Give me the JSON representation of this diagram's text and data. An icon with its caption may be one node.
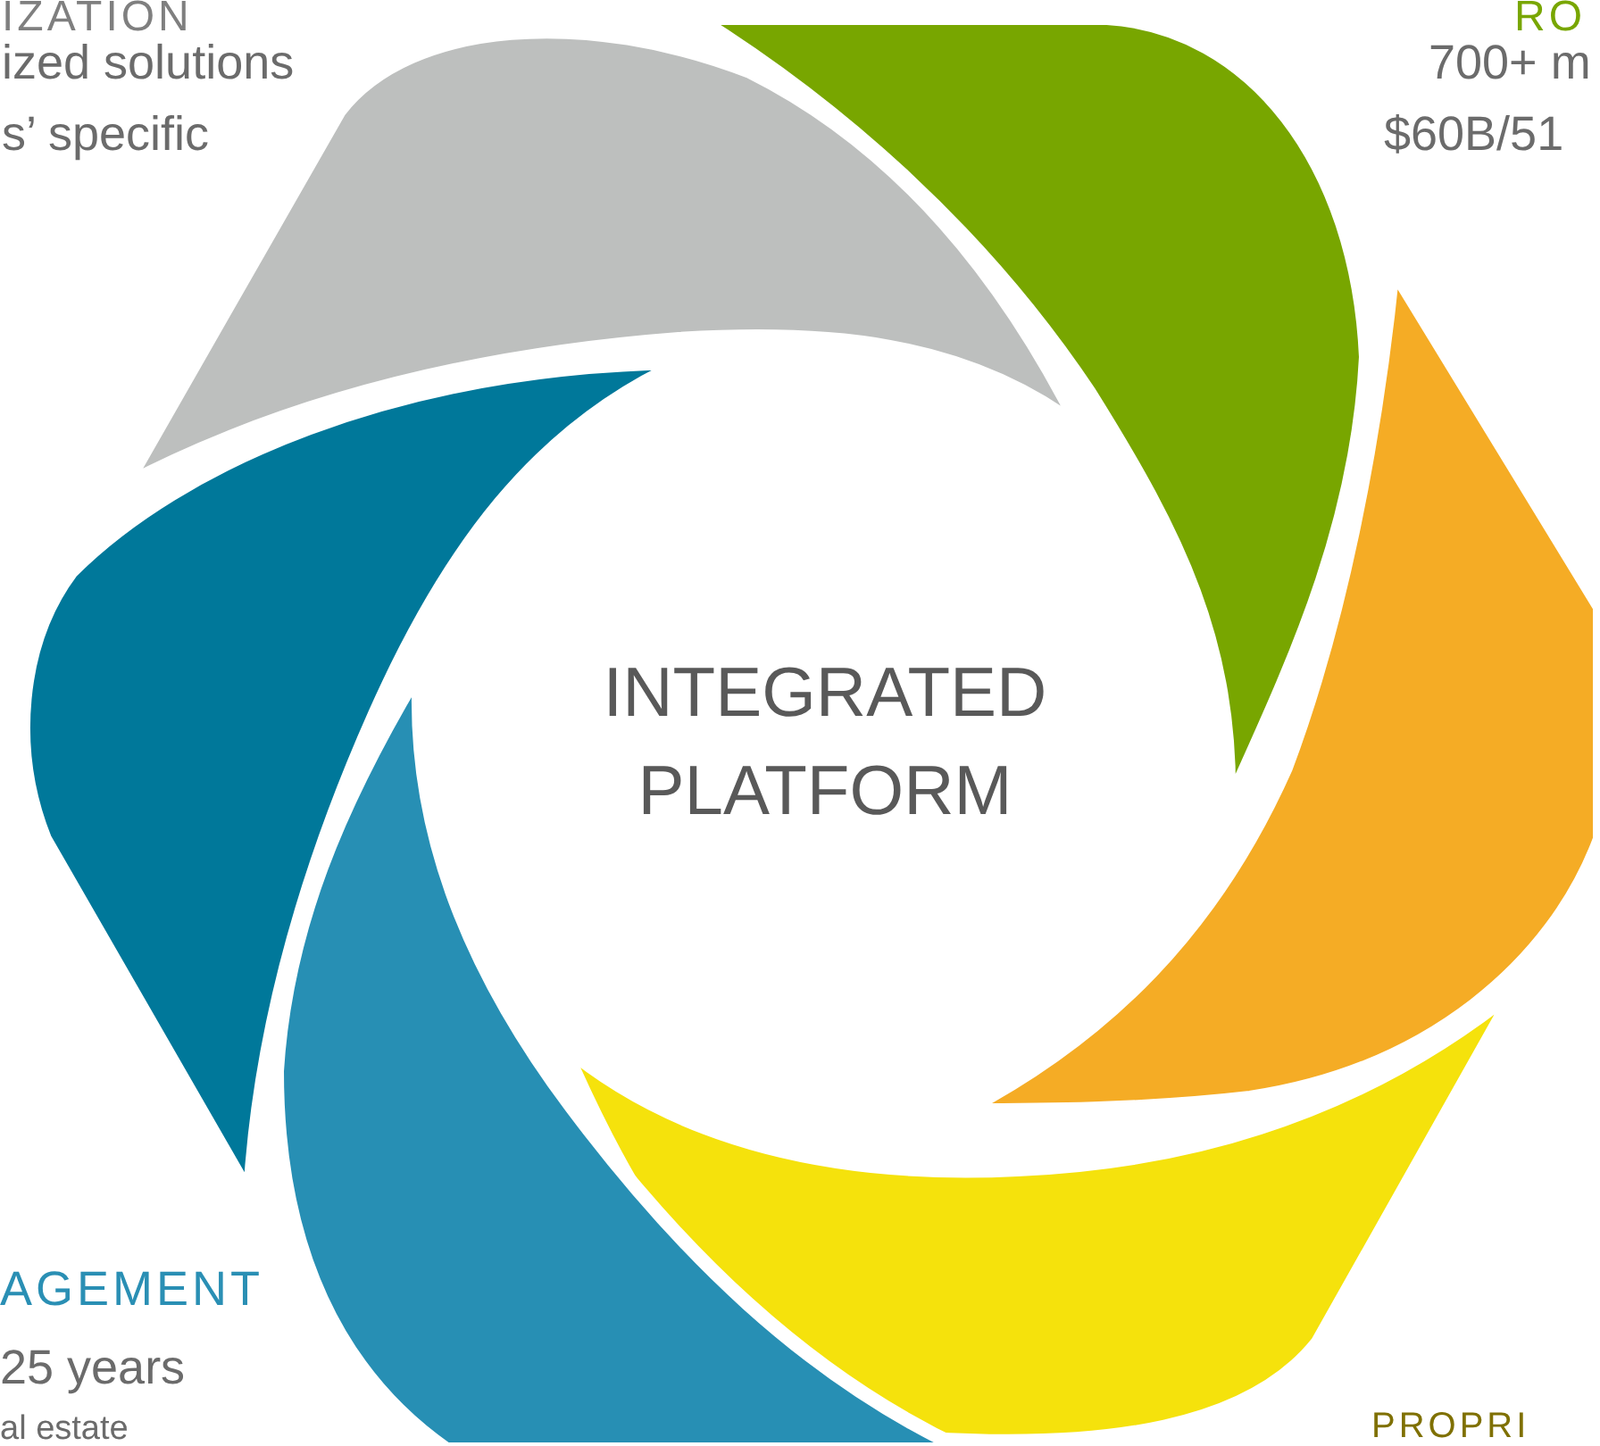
{
  "diagram": {
    "labels": [
      "IZATION",
      "ized solutions",
      "s’ specific",
      "RO",
      "700+ m",
      "$60B/51",
      "INTEGRATED PLATFORM",
      "AGEMENT",
      "25 years",
      "al estate",
      "PROPRI"
    ]
  }
}
